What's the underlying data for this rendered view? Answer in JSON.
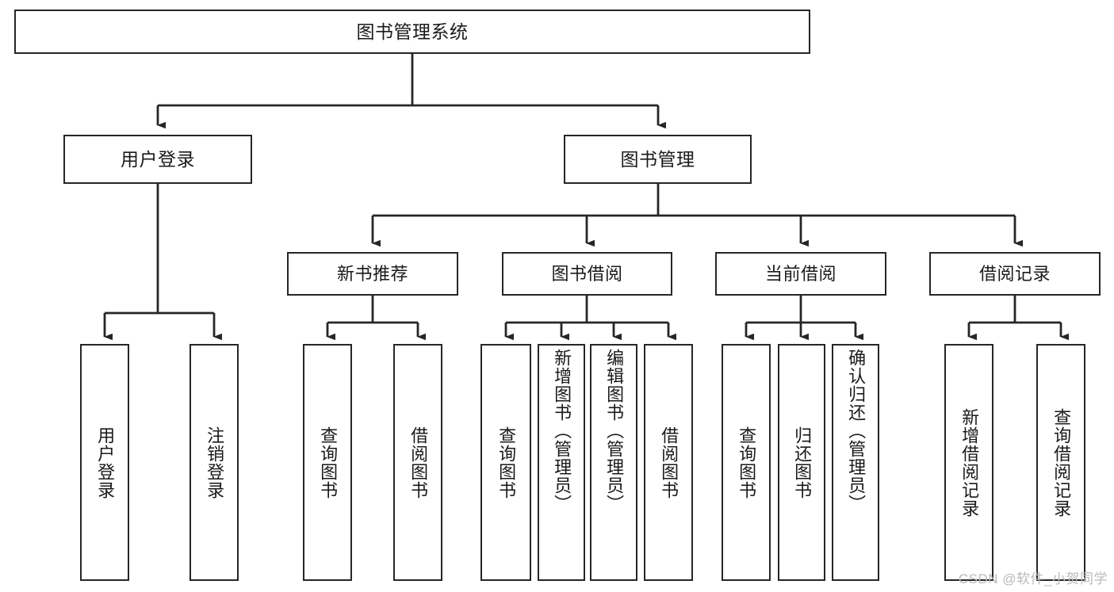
{
  "diagram": {
    "title": "图书管理系统",
    "type": "tree-hierarchy-diagram",
    "colors": {
      "stroke": "#262626",
      "fill": "#ffffff",
      "text": "#1a1a1a",
      "watermark": "#b9b9b9"
    },
    "nodes": {
      "root": {
        "label": "图书管理系统"
      },
      "level2": [
        {
          "label": "用户登录"
        },
        {
          "label": "图书管理"
        }
      ],
      "level3": [
        {
          "label": "新书推荐"
        },
        {
          "label": "图书借阅"
        },
        {
          "label": "当前借阅"
        },
        {
          "label": "借阅记录"
        }
      ],
      "leaves": {
        "user_login": [
          {
            "label": "用户登录"
          },
          {
            "label": "注销登录"
          }
        ],
        "new_book_recommend": [
          {
            "label": "查询图书"
          },
          {
            "label": "借阅图书"
          }
        ],
        "book_borrow": [
          {
            "label": "查询图书"
          },
          {
            "label": "新增图书（管理员）"
          },
          {
            "label": "编辑图书（管理员）"
          },
          {
            "label": "借阅图书"
          }
        ],
        "current_borrow": [
          {
            "label": "查询图书"
          },
          {
            "label": "归还图书"
          },
          {
            "label": "确认归还（管理员）"
          }
        ],
        "borrow_record": [
          {
            "label": "新增借阅记录"
          },
          {
            "label": "查询借阅记录"
          }
        ]
      }
    },
    "watermark": "CSDN @软件_小贺同学"
  }
}
